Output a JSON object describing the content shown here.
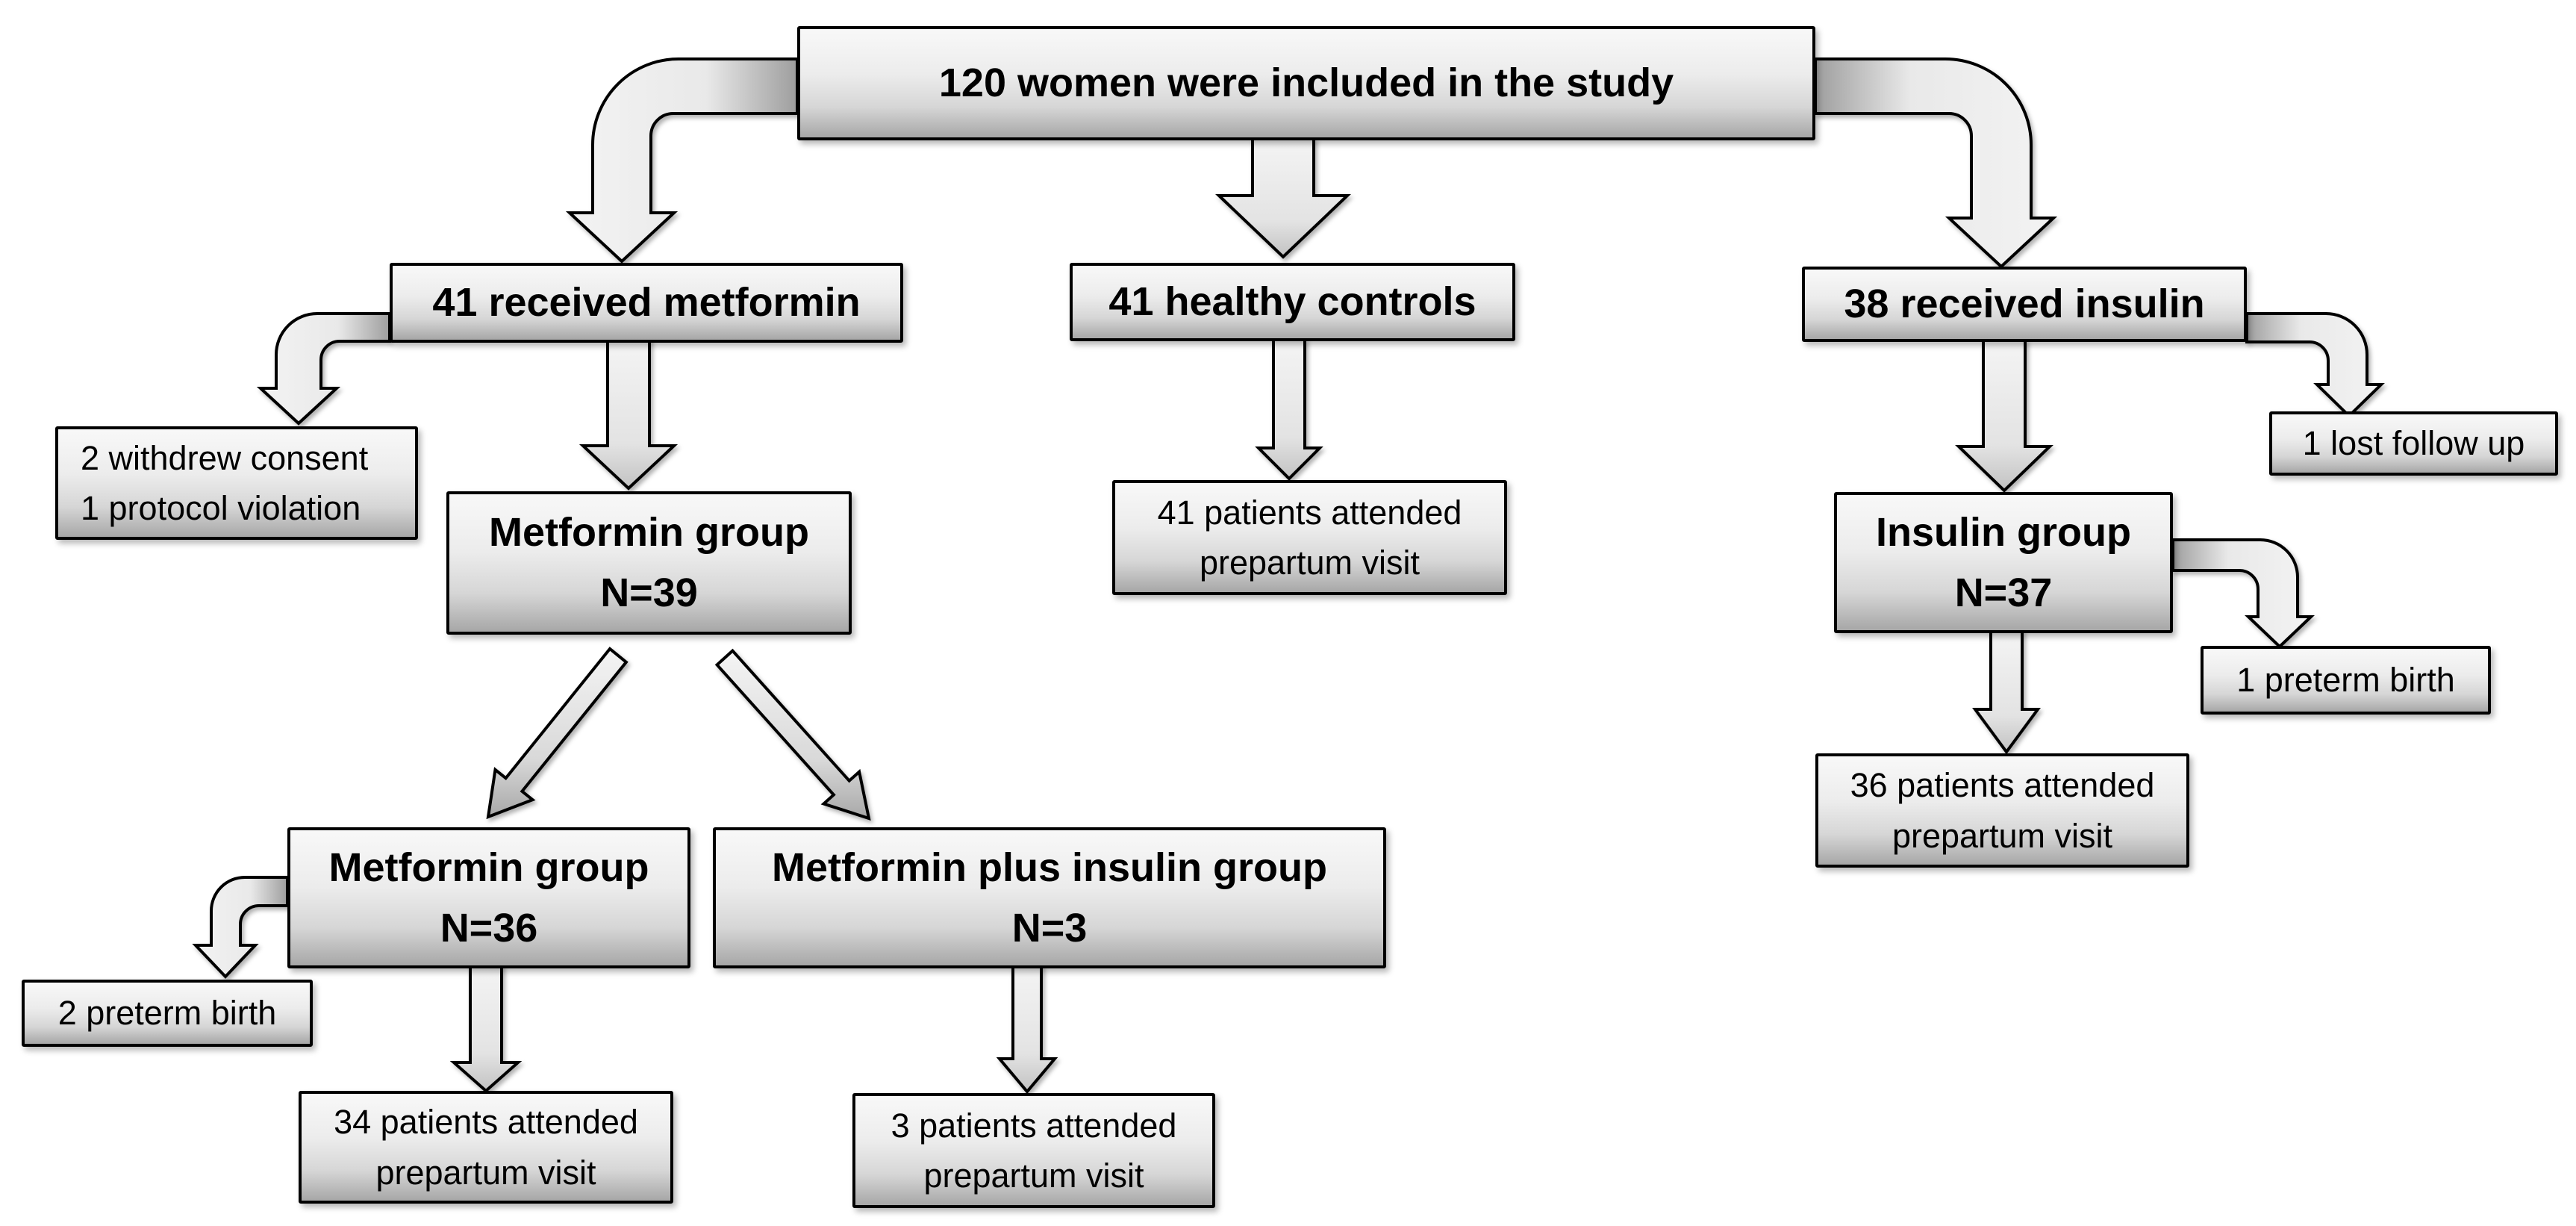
{
  "diagram_type": "flowchart",
  "colors": {
    "background": "#ffffff",
    "box_border": "#000000",
    "box_fill_top": "#f8f8f8",
    "box_fill_bottom": "#a7a7a7",
    "arrow_fill_light": "#f2f2f2",
    "arrow_fill_dark": "#a0a0a0",
    "text": "#000000"
  },
  "nodes": {
    "included": {
      "label": "120 women were included in the study"
    },
    "metformin_arm": {
      "label": "41 received metformin"
    },
    "controls_arm": {
      "label": "41 healthy controls"
    },
    "insulin_arm": {
      "label": "38 received insulin"
    },
    "withdrawn": {
      "lines": [
        "2 withdrew consent",
        "1 protocol violation"
      ]
    },
    "metformin_group": {
      "lines": [
        "Metformin group",
        "N=39"
      ]
    },
    "controls_attended": {
      "lines": [
        "41 patients attended",
        "prepartum visit"
      ]
    },
    "insulin_group": {
      "lines": [
        "Insulin group",
        "N=37"
      ]
    },
    "lost_followup": {
      "label": "1 lost follow up"
    },
    "insulin_preterm": {
      "label": "1 preterm birth"
    },
    "insulin_attended": {
      "lines": [
        "36 patients attended",
        "prepartum visit"
      ]
    },
    "metformin_only_group": {
      "lines": [
        "Metformin group",
        "N=36"
      ]
    },
    "metformin_plus_insulin_group": {
      "lines": [
        "Metformin plus insulin group",
        "N=3"
      ]
    },
    "metformin_preterm": {
      "label": "2 preterm birth"
    },
    "metformin_attended": {
      "lines": [
        "34 patients attended",
        "prepartum visit"
      ]
    },
    "plus_insulin_attended": {
      "lines": [
        "3 patients attended",
        "prepartum visit"
      ]
    }
  },
  "edges": [
    {
      "from": "included",
      "to": "metformin_arm"
    },
    {
      "from": "included",
      "to": "controls_arm"
    },
    {
      "from": "included",
      "to": "insulin_arm"
    },
    {
      "from": "metformin_arm",
      "to": "withdrawn"
    },
    {
      "from": "metformin_arm",
      "to": "metformin_group"
    },
    {
      "from": "controls_arm",
      "to": "controls_attended"
    },
    {
      "from": "insulin_arm",
      "to": "insulin_group"
    },
    {
      "from": "insulin_arm",
      "to": "lost_followup"
    },
    {
      "from": "insulin_group",
      "to": "insulin_preterm"
    },
    {
      "from": "insulin_group",
      "to": "insulin_attended"
    },
    {
      "from": "metformin_group",
      "to": "metformin_only_group"
    },
    {
      "from": "metformin_group",
      "to": "metformin_plus_insulin_group"
    },
    {
      "from": "metformin_only_group",
      "to": "metformin_preterm"
    },
    {
      "from": "metformin_only_group",
      "to": "metformin_attended"
    },
    {
      "from": "metformin_plus_insulin_group",
      "to": "plus_insulin_attended"
    }
  ]
}
